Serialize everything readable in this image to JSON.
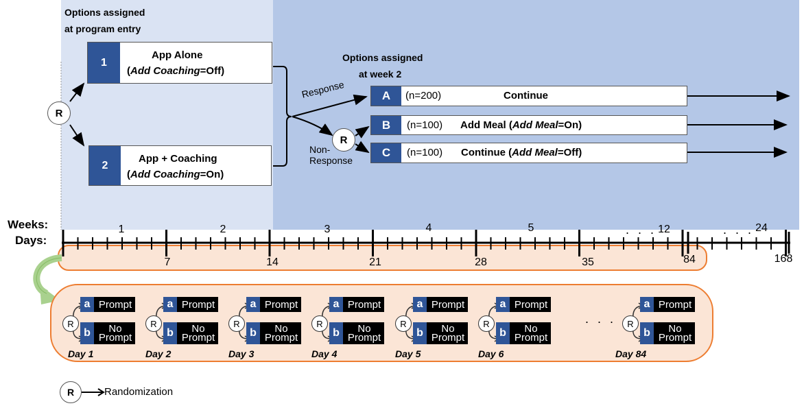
{
  "entry_heading": [
    "Options assigned",
    "at program entry"
  ],
  "week2_heading": [
    "Options assigned",
    "at week 2"
  ],
  "opt1": {
    "num": "1",
    "title": "App Alone",
    "pre": "(",
    "factor": "Add Coaching",
    "value": "=Off)"
  },
  "opt2": {
    "num": "2",
    "title": "App + Coaching",
    "pre": "(",
    "factor": "Add Coaching",
    "value": "=On)"
  },
  "optA": {
    "letter": "A",
    "n": "(n=200)",
    "label": "Continue"
  },
  "optB": {
    "letter": "B",
    "n": "(n=100)",
    "label_pre": "Add Meal (",
    "factor": "Add Meal",
    "value": "=On)"
  },
  "optC": {
    "letter": "C",
    "n": "(n=100)",
    "label_pre": "Continue (",
    "factor": "Add Meal",
    "value": "=Off)"
  },
  "response_label": "Response",
  "nonresponse_label": [
    "Non-",
    "Response"
  ],
  "r_symbol": "R",
  "axis": {
    "weeks_label": "Weeks:",
    "days_label": "Days:",
    "weeks": [
      "1",
      "2",
      "3",
      "4",
      "5",
      "12",
      "24"
    ],
    "days": [
      "7",
      "14",
      "21",
      "28",
      "35",
      "84",
      "168"
    ],
    "ellipsis": ". . ."
  },
  "micro": {
    "option_a": "a",
    "option_b": "b",
    "prompt": "Prompt",
    "no_prompt": [
      "No",
      "Prompt"
    ],
    "day_labels": [
      "Day 1",
      "Day 2",
      "Day 3",
      "Day 4",
      "Day 5",
      "Day 6",
      "Day 84"
    ],
    "ellipsis": ". . ."
  },
  "legend": {
    "symbol": "R",
    "label": "Randomization"
  },
  "colors": {
    "entry_bg": "#dae3f3",
    "week2_bg": "#b4c7e7",
    "tag": "#2f5597",
    "day_bg": "#fbe5d6",
    "day_border": "#ed7d31",
    "curved_arrow": "#a9d18e"
  }
}
